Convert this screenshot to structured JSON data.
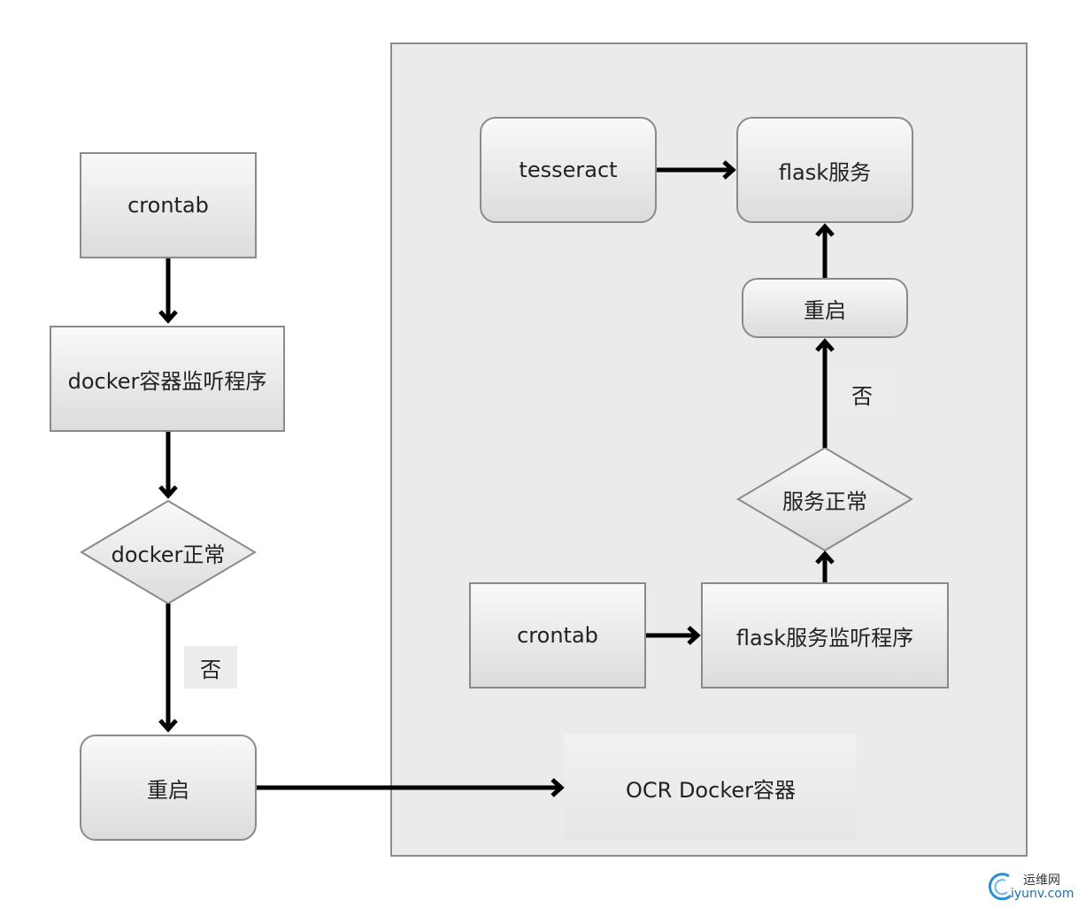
{
  "left": {
    "crontab": "crontab",
    "monitor": "docker容器监听程序",
    "decision": "docker正常",
    "no_label": "否",
    "restart": "重启"
  },
  "container": {
    "label": "OCR Docker容器",
    "tesseract": "tesseract",
    "flask_service": "flask服务",
    "restart": "重启",
    "no_label": "否",
    "decision": "服务正常",
    "crontab": "crontab",
    "flask_monitor": "flask服务监听程序"
  },
  "watermark": {
    "cn": "运维网",
    "en": "iyunv.com"
  },
  "colors": {
    "arrow": "#000000",
    "box_border": "#8a8a8a",
    "container_bg": "#ebebeb"
  }
}
